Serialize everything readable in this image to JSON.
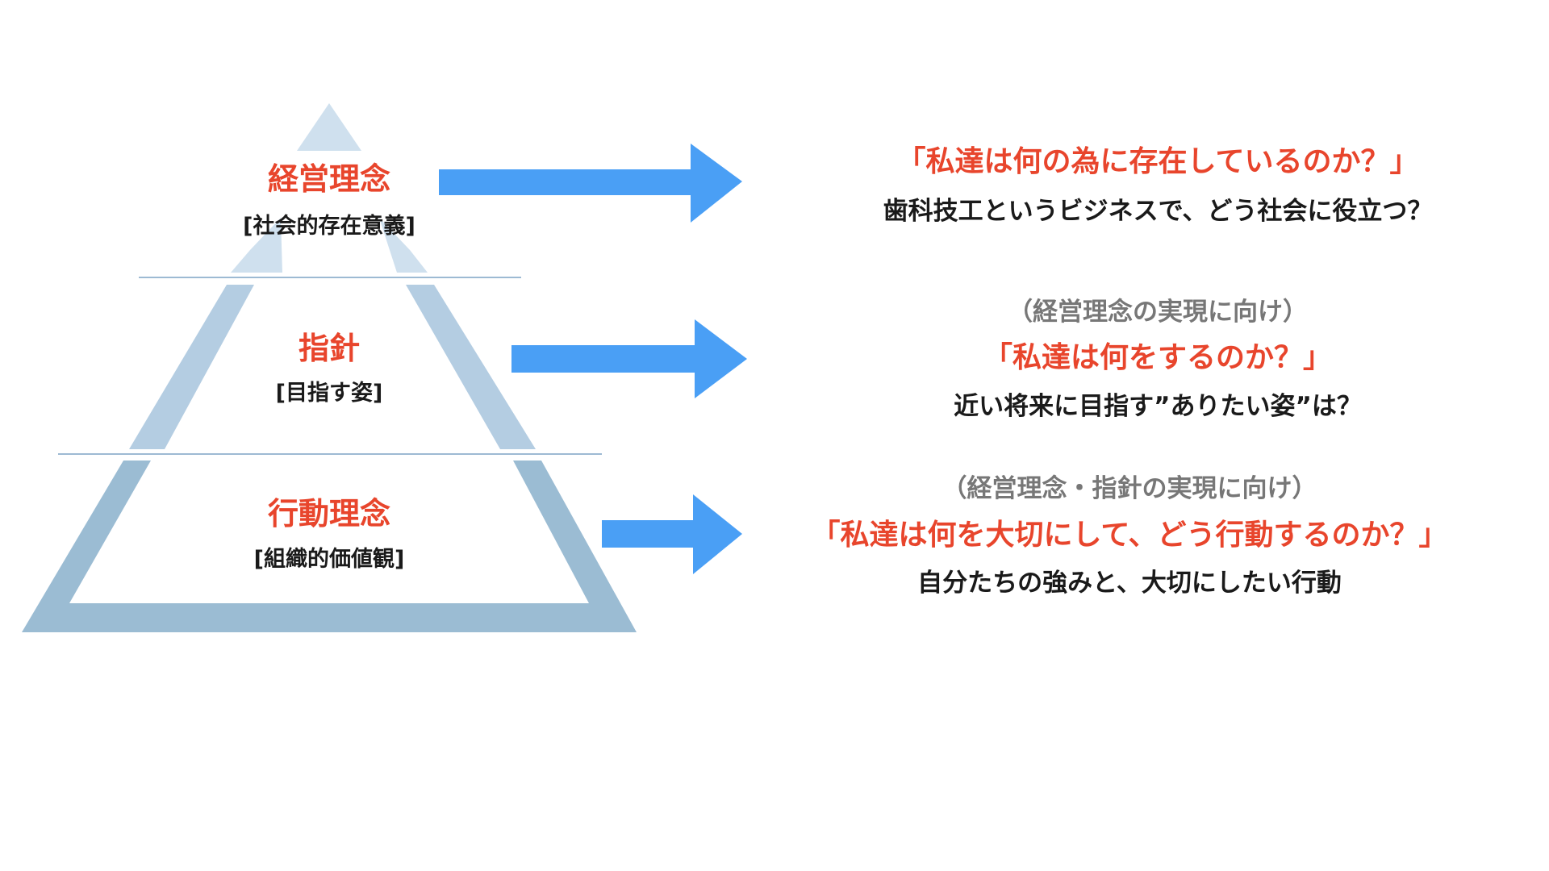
{
  "colors": {
    "accent_red": "#e8452c",
    "arrow_blue": "#4a9ff5",
    "tier_top": "#cfe0ee",
    "tier_middle": "#b4cde2",
    "tier_bottom": "#9bbcd3",
    "divider": "#8fb1cd",
    "text_dark": "#1a1a1a",
    "text_gray": "#777777"
  },
  "tiers": [
    {
      "title": "経営理念",
      "subtitle": "[社会的存在意義]",
      "note": "",
      "question": "「私達は何の為に存在しているのか？」",
      "detail": "歯科技工というビジネスで、どう社会に役立つ？"
    },
    {
      "title": "指針",
      "subtitle": "[目指す姿]",
      "note": "（経営理念の実現に向け）",
      "question": "「私達は何をするのか？」",
      "detail": "近い将来に目指す”ありたい姿”は？"
    },
    {
      "title": "行動理念",
      "subtitle": "[組織的価値観]",
      "note": "（経営理念・指針の実現に向け）",
      "question": "「私達は何を大切にして、どう行動するのか？」",
      "detail": "自分たちの強みと、大切にしたい行動"
    }
  ]
}
